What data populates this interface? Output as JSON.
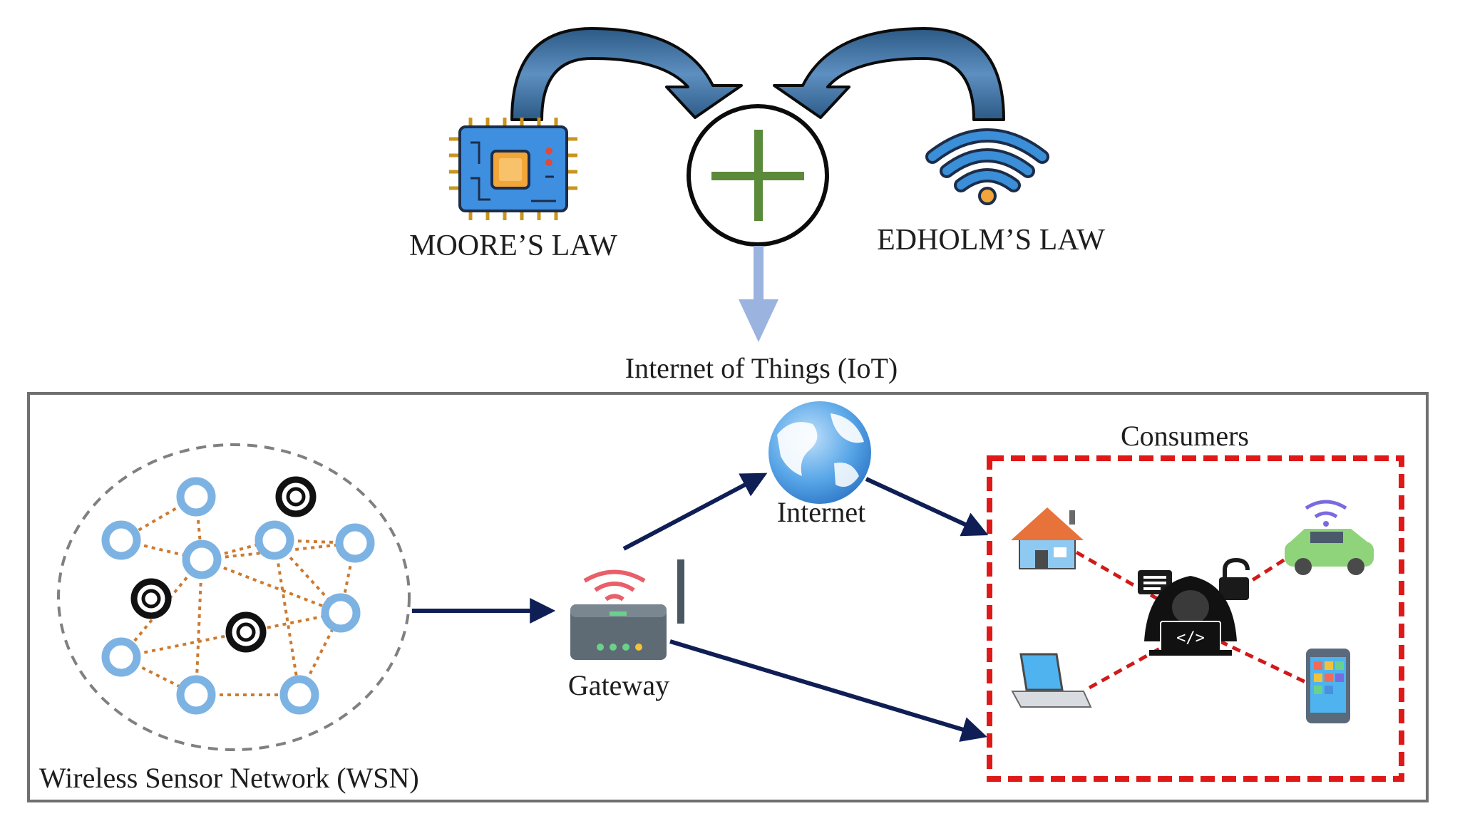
{
  "laws": {
    "moore": "MOORE’S LAW",
    "edholm": "EDHOLM’S LAW"
  },
  "iot_title": "Internet of Things (IoT)",
  "nodes": {
    "wsn_label": "Wireless Sensor Network (WSN)",
    "gateway_label": "Gateway",
    "internet_label": "Internet",
    "consumers_label": "Consumers"
  },
  "icons": {
    "chip": "microchip-icon",
    "plus": "plus-icon",
    "wifi": "wifi-icon",
    "globe": "globe-icon",
    "router": "router-icon",
    "house": "house-icon",
    "car": "car-icon",
    "laptop": "laptop-icon",
    "phone": "smartphone-icon",
    "hacker": "hacker-icon",
    "lock": "padlock-icon",
    "message": "message-icon"
  },
  "colors": {
    "curved_arrow": "#3d6e9e",
    "plus_green": "#5a8a3a",
    "down_arrow": "#9bb3df",
    "flow_arrow": "#0f1f55",
    "sensor_blue": "#7db3e3",
    "mesh_orange": "#cd7a30",
    "consumer_border": "#e01818",
    "attack_line": "#d01a1a"
  }
}
